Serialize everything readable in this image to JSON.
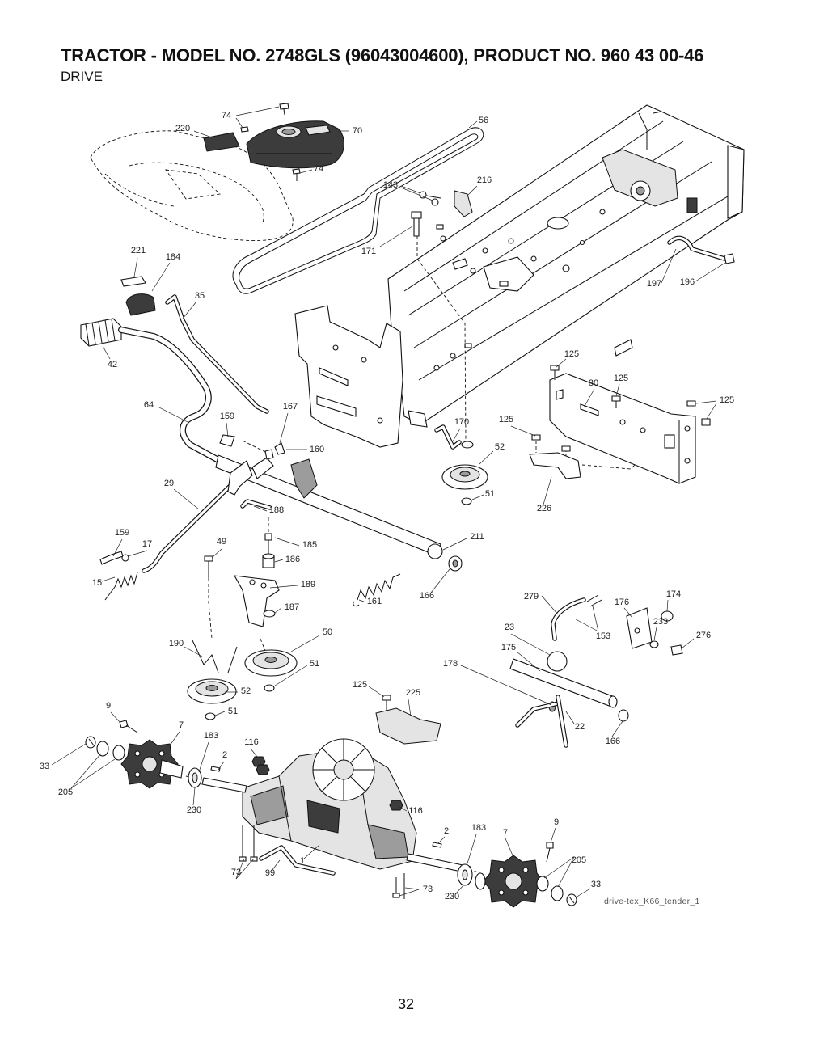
{
  "header": {
    "title": "TRACTOR - MODEL NO. 2748GLS (96043004600), PRODUCT NO. 960 43 00-46",
    "subtitle": "DRIVE"
  },
  "diagram": {
    "callouts": [
      "74",
      "220",
      "70",
      "56",
      "74",
      "143",
      "216",
      "171",
      "221",
      "184",
      "35",
      "197",
      "196",
      "42",
      "125",
      "125",
      "80",
      "125",
      "64",
      "159",
      "167",
      "170",
      "125",
      "160",
      "52",
      "29",
      "51",
      "226",
      "188",
      "159",
      "17",
      "49",
      "185",
      "211",
      "186",
      "15",
      "189",
      "166",
      "161",
      "279",
      "174",
      "176",
      "187",
      "233",
      "23",
      "153",
      "276",
      "50",
      "190",
      "175",
      "51",
      "178",
      "125",
      "225",
      "52",
      "9",
      "51",
      "7",
      "22",
      "183",
      "166",
      "116",
      "2",
      "33",
      "205",
      "116",
      "230",
      "2",
      "183",
      "7",
      "9",
      "205",
      "1",
      "99",
      "73",
      "73",
      "33",
      "230"
    ],
    "drawing_id": "drive-tex_K66_tender_1"
  },
  "footer": {
    "page_number": "32"
  }
}
